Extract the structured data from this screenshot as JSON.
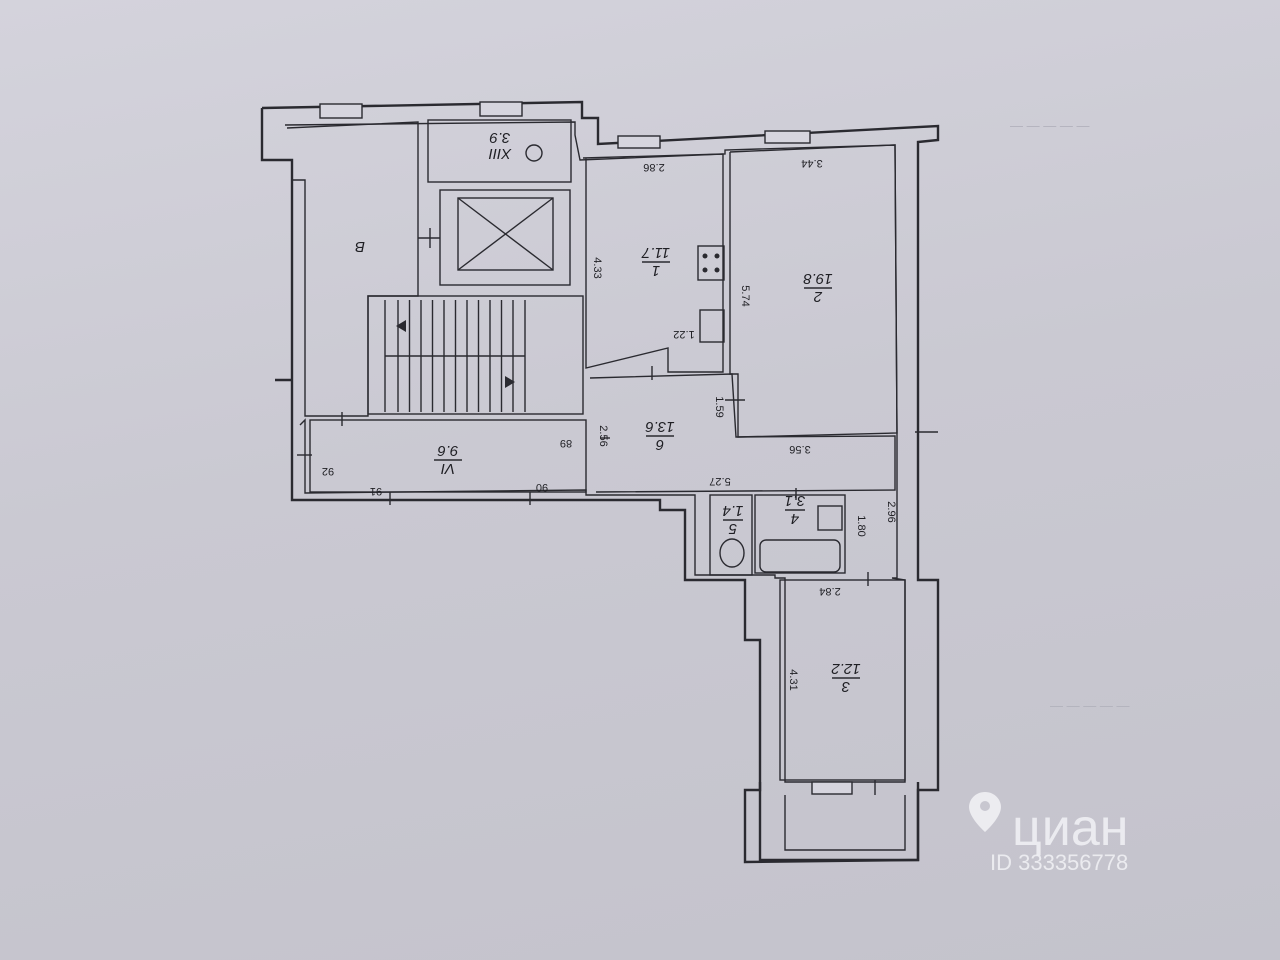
{
  "rooms": [
    {
      "id": "1",
      "number": "1",
      "area": "11.7"
    },
    {
      "id": "2",
      "number": "2",
      "area": "19.8"
    },
    {
      "id": "3",
      "number": "3",
      "area": "12.2"
    },
    {
      "id": "4",
      "number": "4",
      "area": "3.1"
    },
    {
      "id": "5",
      "number": "5",
      "area": "1.4"
    },
    {
      "id": "6",
      "number": "6",
      "area": "13.6"
    },
    {
      "id": "VI",
      "number": "VI",
      "area": "9.6"
    },
    {
      "id": "XIII",
      "number": "XIII",
      "area": "3.9"
    },
    {
      "id": "B",
      "number": "B",
      "area": ""
    }
  ],
  "dimensions": {
    "d286": "2.86",
    "d344": "3.44",
    "d433": "4.33",
    "d574": "5.74",
    "d122": "1.22",
    "d159": "1.59",
    "d356": "3.56",
    "d256": "2.56",
    "d527": "5.27",
    "d296": "2.96",
    "d180": "1.80",
    "d284": "2.84",
    "d431": "4.31",
    "d89": "89",
    "d92": "92",
    "d91": "91",
    "d90": "90"
  },
  "watermark": {
    "brand": "циан",
    "id_text": "ID 333356778"
  }
}
